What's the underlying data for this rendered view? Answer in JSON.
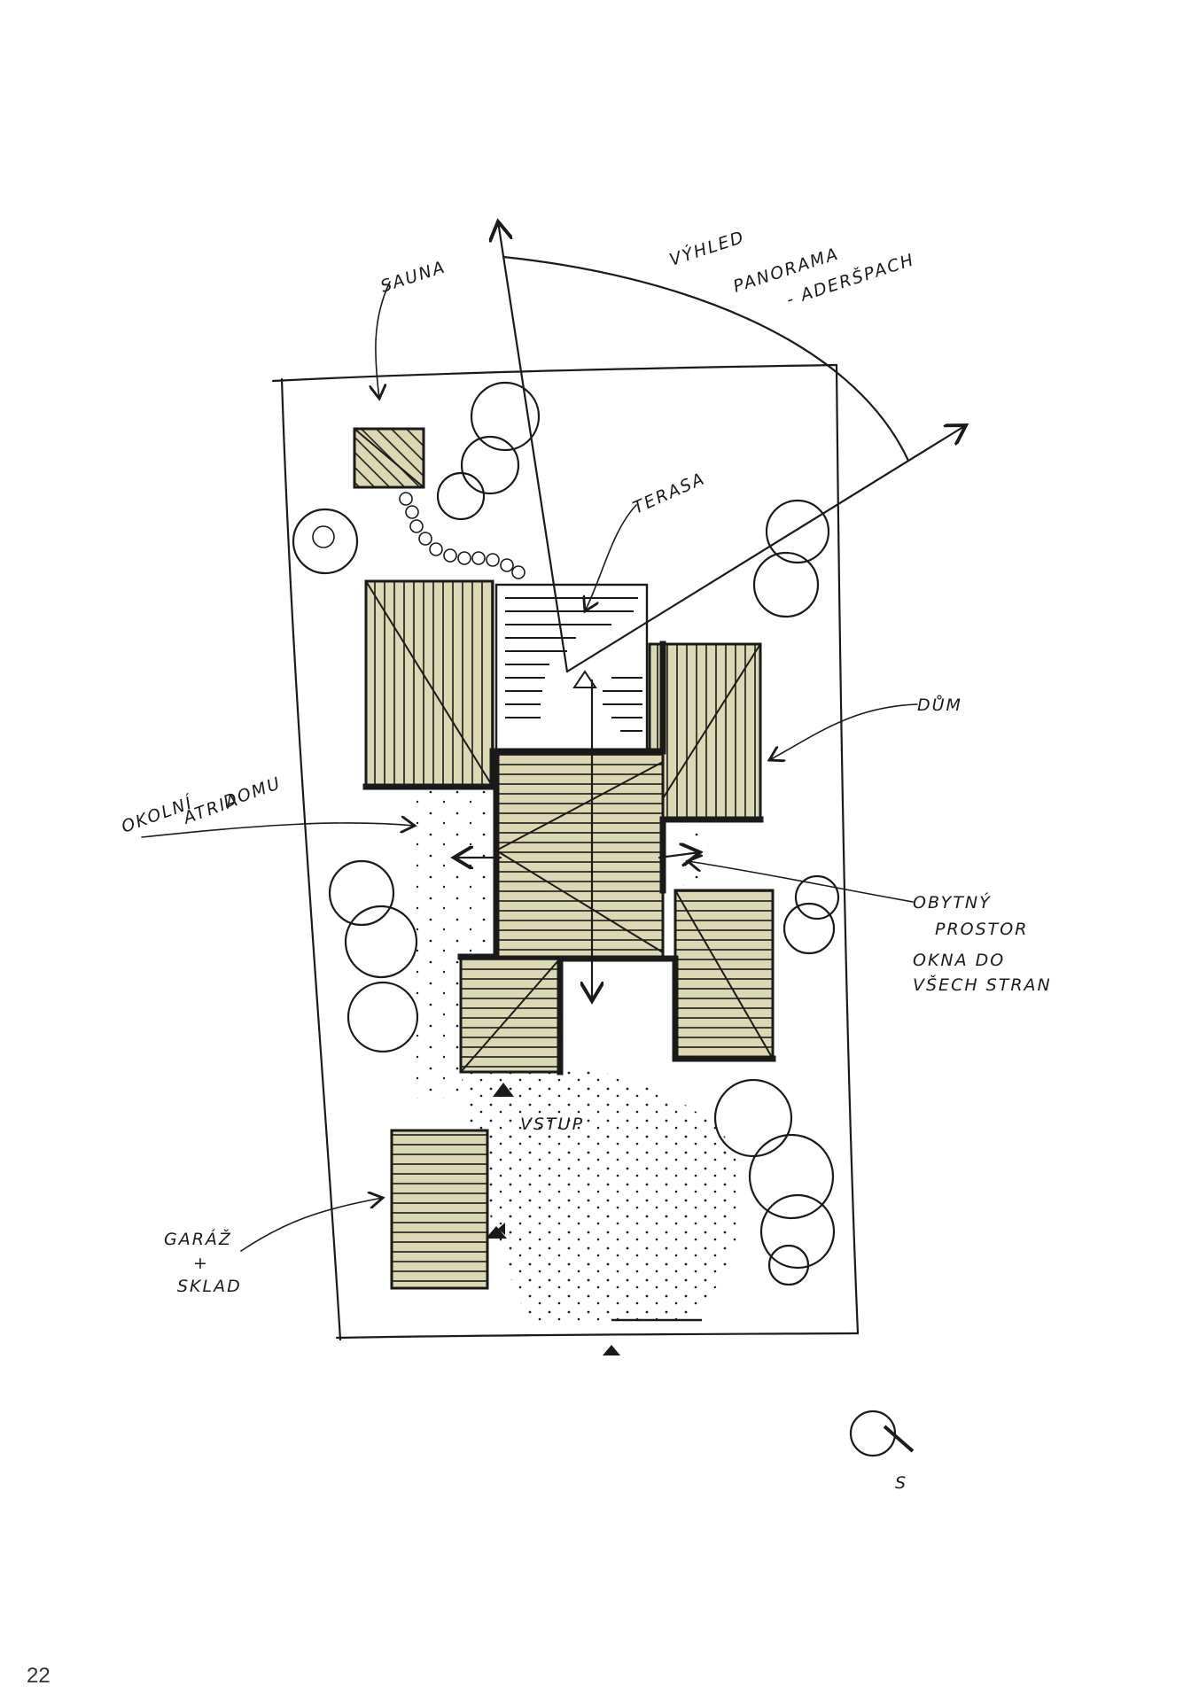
{
  "labels": {
    "sauna": "SAUNA",
    "view_line1": "VÝHLED",
    "view_line2": "PANORAMA",
    "view_line3": "- ADERŠPACH",
    "terrace": "TERASA",
    "house": "DŮM",
    "atrium_line1": "OKOLNÍ",
    "atrium_line2": "ATRIA",
    "atrium_line3": "DOMU",
    "living_line1": "OBYTNÝ",
    "living_line2": "PROSTOR",
    "living_line3": "OKNA DO",
    "living_line4": "VŠECH STRAN",
    "entrance": "VSTUP",
    "garage_line1": "GARÁŽ",
    "garage_line2": "+",
    "garage_line3": "SKLAD",
    "north": "S"
  },
  "page_number": "22",
  "colors": {
    "roof_fill": "#ddd8b4",
    "ink": "#1a1a1a",
    "paper": "#ffffff"
  }
}
